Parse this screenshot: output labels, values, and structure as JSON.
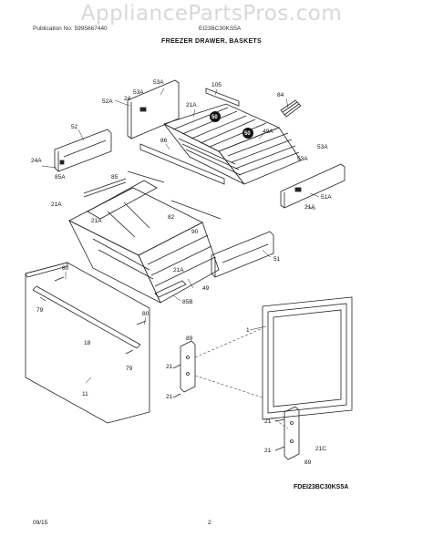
{
  "watermark": "AppliancePartsPros.com",
  "header": {
    "publication": "Publication No: 5995667440",
    "model": "EI23BC30KS5A",
    "title": "FREEZER DRAWER, BASKETS"
  },
  "footer": {
    "date": "09/15",
    "page": "2",
    "diagram_code": "FDEI23BC30KS5A"
  },
  "callouts": {
    "c53A_top": "53A",
    "c105": "105",
    "c84": "84",
    "c53A_l": "53A",
    "c24": "24",
    "c52A": "52A",
    "c21A_top": "21A",
    "c50_a": "50",
    "c49A": "49A",
    "c86": "86",
    "c50_b": "50",
    "c52": "52",
    "c53A_r1": "53A",
    "c53A_r2": "53A",
    "c24A": "24A",
    "c85A": "85A",
    "c85": "85",
    "c51A": "51A",
    "c21A_r": "21A",
    "c21A_l": "21A",
    "c82": "82",
    "c21A_m": "21A",
    "c90": "90",
    "c51": "51",
    "c21A_b": "21A",
    "c49": "49",
    "c80_a": "80",
    "c85B": "85B",
    "c79_a": "79",
    "c80_b": "80",
    "c1": "1",
    "c18": "18",
    "c89_a": "89",
    "c79_b": "79",
    "c21_a": "21",
    "c11": "11",
    "c21_b": "21",
    "c21_c": "21",
    "c21_d": "21",
    "c21C": "21C",
    "c89_b": "89"
  }
}
